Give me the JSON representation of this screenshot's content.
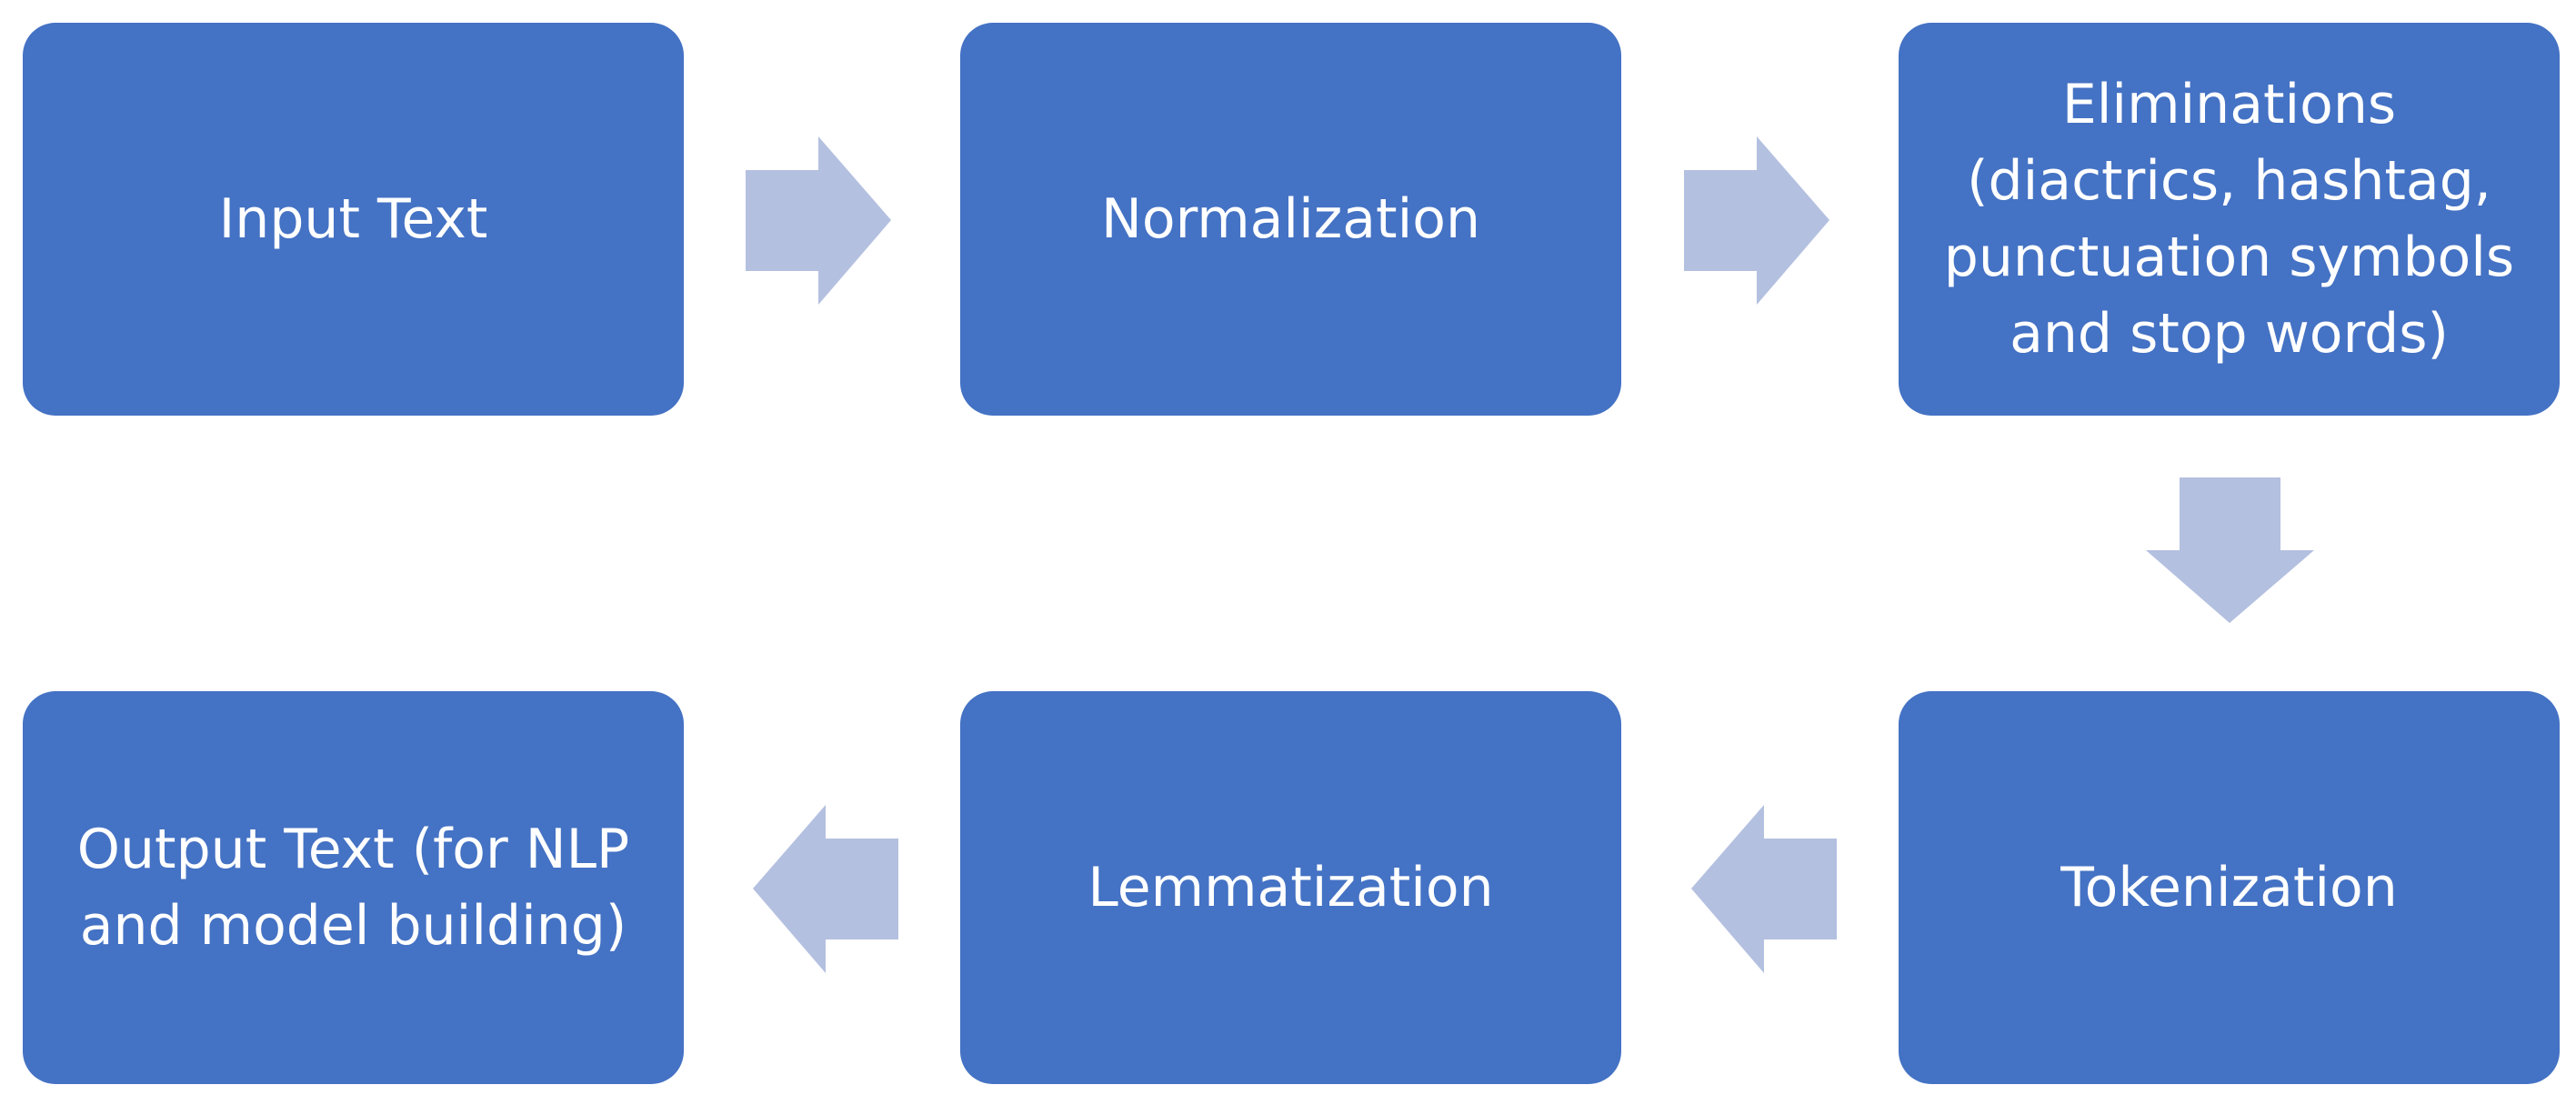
{
  "colors": {
    "box_fill": "#4472c4",
    "box_text": "#ffffff",
    "arrow_fill": "#b4c0e0",
    "background": "#ffffff"
  },
  "steps": [
    {
      "label": "Input Text"
    },
    {
      "label": "Normalization"
    },
    {
      "label": "Eliminations\n(diactrics, hashtag,\npunctuation symbols\nand stop words)"
    },
    {
      "label": "Tokenization"
    },
    {
      "label": "Lemmatization"
    },
    {
      "label": "Output Text (for NLP\nand model building)"
    }
  ],
  "arrows": [
    {
      "from": "Input Text",
      "to": "Normalization",
      "direction": "right"
    },
    {
      "from": "Normalization",
      "to": "Eliminations",
      "direction": "right"
    },
    {
      "from": "Eliminations",
      "to": "Tokenization",
      "direction": "down"
    },
    {
      "from": "Tokenization",
      "to": "Lemmatization",
      "direction": "left"
    },
    {
      "from": "Lemmatization",
      "to": "Output Text",
      "direction": "left"
    }
  ]
}
